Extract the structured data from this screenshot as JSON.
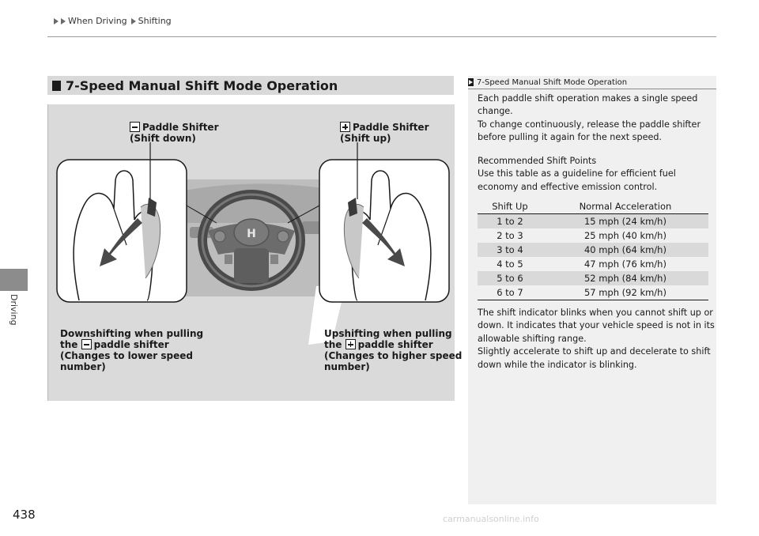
{
  "breadcrumb": {
    "part1": "When Driving",
    "part2": "Shifting"
  },
  "side_tab": {
    "label": "Driving"
  },
  "page_number": "438",
  "section": {
    "title": "7-Speed Manual Shift Mode Operation"
  },
  "figure": {
    "minus_callout_line1": "Paddle Shifter",
    "minus_callout_line2": "(Shift down)",
    "plus_callout_line1": "Paddle Shifter",
    "plus_callout_line2": "(Shift up)",
    "left_caption": {
      "line1": "Downshifting when pulling",
      "line2_pre": "the",
      "line2_post": "paddle shifter",
      "line3": "(Changes to lower speed",
      "line4": "number)"
    },
    "right_caption": {
      "line1": "Upshifting when pulling",
      "line2_pre": "the",
      "line2_post": "paddle shifter",
      "line3": "(Changes to higher speed",
      "line4": "number)"
    }
  },
  "note": {
    "heading": "7-Speed Manual Shift Mode Operation",
    "para1_line1": "Each paddle shift operation makes a single speed",
    "para1_line2": "change.",
    "para1_line3": "To change continuously, release the paddle shifter",
    "para1_line4": "before pulling it again for the next speed.",
    "para2_line1": "Recommended Shift Points",
    "para2_line2": "Use this table as a guideline for efficient fuel",
    "para2_line3": "economy and effective emission control.",
    "table_headers": [
      "Shift Up",
      "Normal Acceleration"
    ],
    "table_rows": [
      [
        "1 to 2",
        "15 mph (24 km/h)"
      ],
      [
        "2 to 3",
        "25 mph (40 km/h)"
      ],
      [
        "3 to 4",
        "40 mph (64 km/h)"
      ],
      [
        "4 to 5",
        "47 mph (76 km/h)"
      ],
      [
        "5 to 6",
        "52 mph (84 km/h)"
      ],
      [
        "6 to 7",
        "57 mph (92 km/h)"
      ]
    ],
    "para3_line1": "The shift indicator blinks when you cannot shift up or",
    "para3_line2": "down. It indicates that your vehicle speed is not in its",
    "para3_line3": "allowable shifting range.",
    "para3_line4": "Slightly accelerate to shift up and decelerate to shift",
    "para3_line5": "down while the indicator is blinking."
  },
  "watermark": "carmanualsonline.info"
}
